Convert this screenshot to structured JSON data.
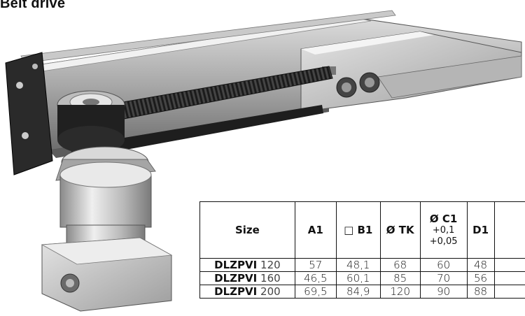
{
  "title": "Belt drive",
  "table": {
    "headers": {
      "size": "Size",
      "a1": "A1",
      "b1": "□ B1",
      "tk": "Ø TK",
      "c1": "Ø C1",
      "c1_tol_upper": "+0,1",
      "c1_tol_lower": "+0,05",
      "d1": "D1"
    },
    "rows": [
      {
        "model": "DLZPVI",
        "size": "120",
        "a1": "57",
        "b1": "48,1",
        "tk": "68",
        "c1": "60",
        "d1": "48"
      },
      {
        "model": "DLZPVI",
        "size": "160",
        "a1": "46,5",
        "b1": "60,1",
        "tk": "85",
        "c1": "70",
        "d1": "56"
      },
      {
        "model": "DLZPVI",
        "size": "200",
        "a1": "69,5",
        "b1": "84,9",
        "tk": "120",
        "c1": "90",
        "d1": "88"
      }
    ]
  }
}
